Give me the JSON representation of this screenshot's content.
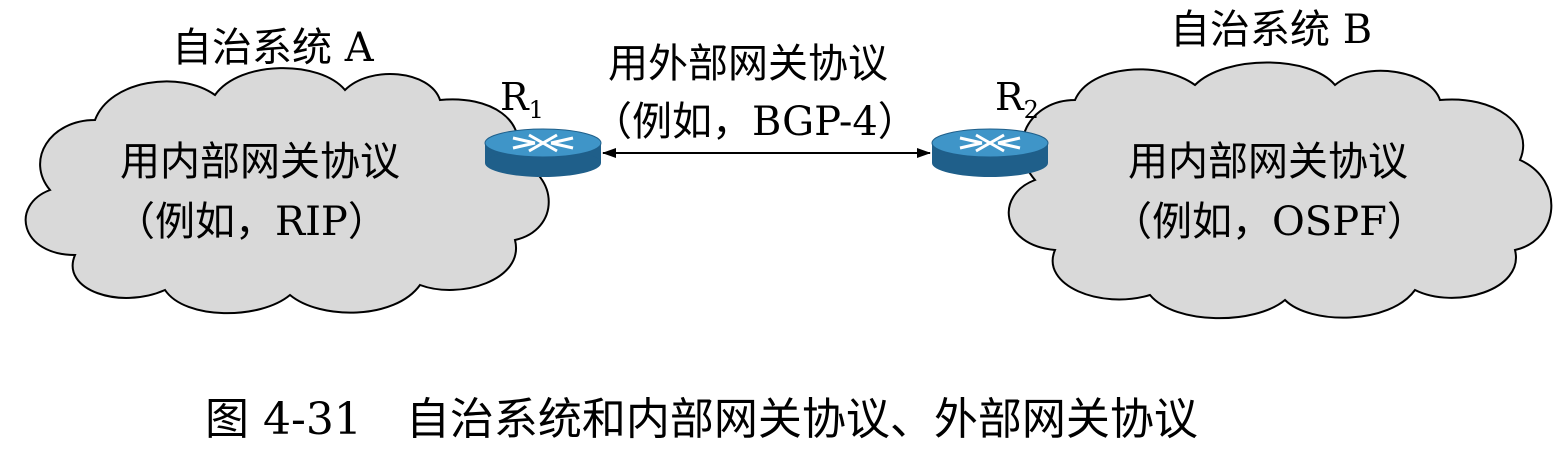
{
  "systems": {
    "a": {
      "title": "自治系统 A",
      "protocol_line1": "用内部网关协议",
      "protocol_line2": "（例如，RIP）"
    },
    "b": {
      "title": "自治系统 B",
      "protocol_line1": "用内部网关协议",
      "protocol_line2": "（例如，OSPF）"
    }
  },
  "routers": {
    "r1": {
      "letter": "R",
      "sub": "1"
    },
    "r2": {
      "letter": "R",
      "sub": "2"
    }
  },
  "link": {
    "line1": "用外部网关协议",
    "line2": "（例如，BGP-4）"
  },
  "caption": "图 4-31　自治系统和内部网关协议、外部网关协议",
  "colors": {
    "cloud_fill": "#d9d9d9",
    "cloud_stroke": "#000000",
    "router_top": "#3f95c8",
    "router_side": "#1f5f8a"
  },
  "icons": {
    "router": "router-icon",
    "cloud": "cloud-shape"
  }
}
